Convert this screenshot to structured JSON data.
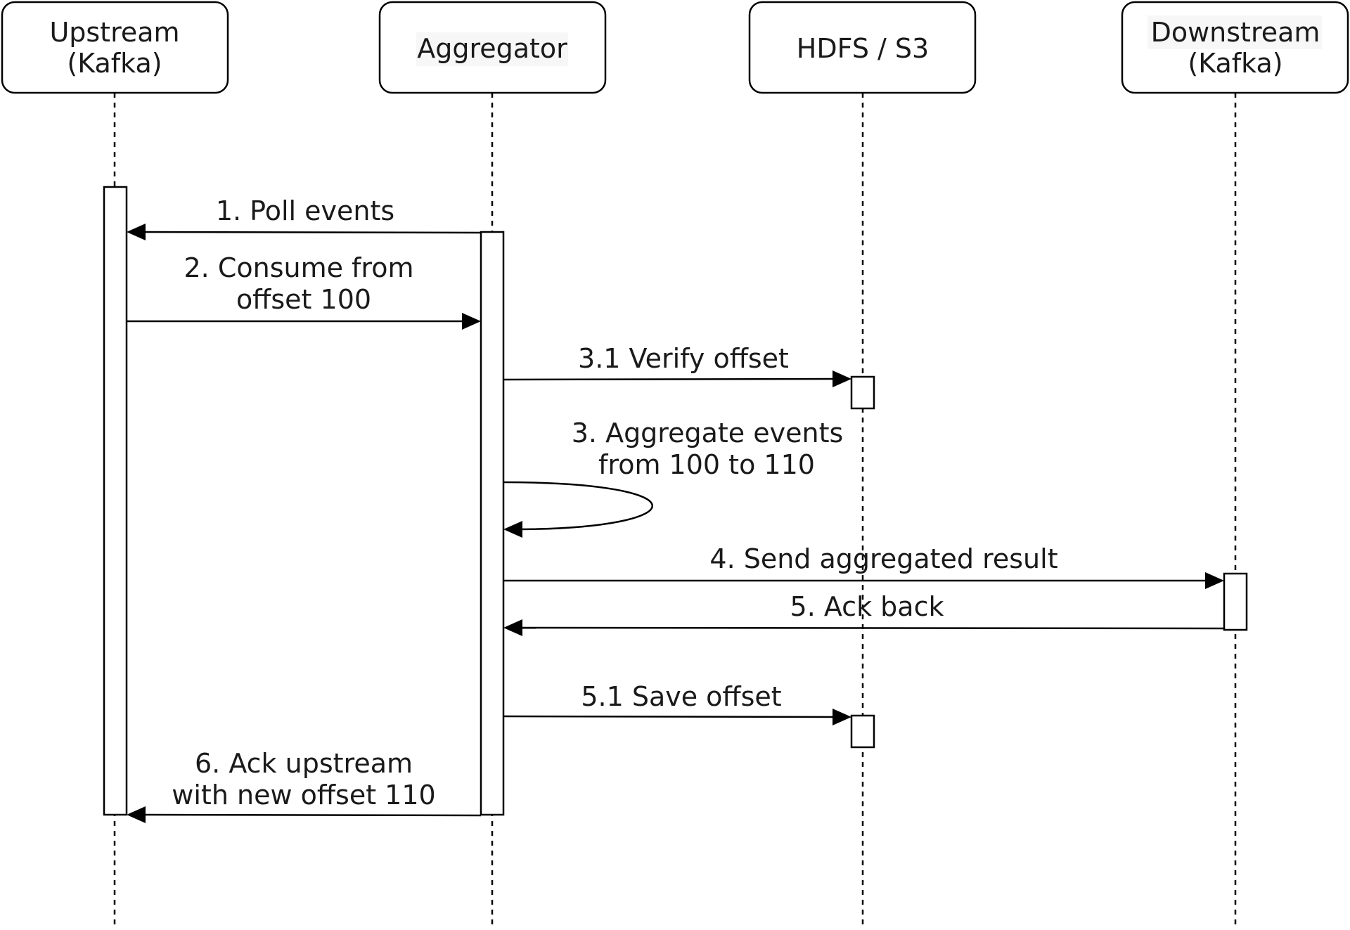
{
  "participants": [
    {
      "id": "upstream",
      "lines": [
        "Upstream",
        "(Kafka)"
      ]
    },
    {
      "id": "aggregator",
      "lines": [
        "Aggregator"
      ]
    },
    {
      "id": "storage",
      "lines": [
        "HDFS / S3"
      ]
    },
    {
      "id": "downstream",
      "lines": [
        "Downstream",
        "(Kafka)"
      ]
    }
  ],
  "messages": [
    {
      "id": "msg-1",
      "from": "aggregator",
      "to": "upstream",
      "lines": [
        "1. Poll events"
      ]
    },
    {
      "id": "msg-2",
      "from": "upstream",
      "to": "aggregator",
      "lines": [
        "2. Consume from",
        "offset 100"
      ]
    },
    {
      "id": "msg-3-1",
      "from": "aggregator",
      "to": "storage",
      "lines": [
        "3.1 Verify offset"
      ]
    },
    {
      "id": "msg-3",
      "from": "aggregator",
      "to": "aggregator",
      "self": true,
      "lines": [
        "3. Aggregate events",
        "from 100 to 110"
      ]
    },
    {
      "id": "msg-4",
      "from": "aggregator",
      "to": "downstream",
      "lines": [
        "4. Send aggregated result"
      ]
    },
    {
      "id": "msg-5",
      "from": "downstream",
      "to": "aggregator",
      "lines": [
        "5. Ack back"
      ]
    },
    {
      "id": "msg-5-1",
      "from": "aggregator",
      "to": "storage",
      "lines": [
        "5.1 Save offset"
      ]
    },
    {
      "id": "msg-6",
      "from": "aggregator",
      "to": "upstream",
      "lines": [
        "6. Ack upstream",
        "with new offset 110"
      ]
    }
  ]
}
